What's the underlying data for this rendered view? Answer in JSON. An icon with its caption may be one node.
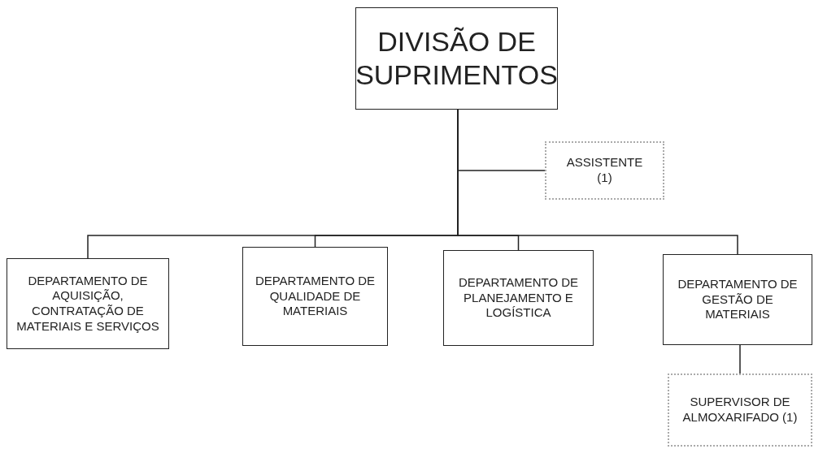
{
  "diagram": {
    "nodes": [
      {
        "text": [
          "DIVISÃO DE SUPRIMENTOS"
        ]
      },
      {
        "text": [
          "ASSISTENTE (1)"
        ]
      },
      {
        "text": [
          "DEPARTAMENTO DE AQUISIÇÃO, CONTRATAÇÃO DE MATERIAIS E SERVIÇOS"
        ]
      },
      {
        "text": [
          "DEPARTAMENTO DE QUALIDADE DE MATERIAIS"
        ]
      },
      {
        "text": [
          "DEPARTAMENTO DE PLANEJAMENTO E LOGÍSTICA"
        ]
      },
      {
        "text": [
          "DEPARTAMENTO DE GESTÃO DE MATERIAIS"
        ]
      },
      {
        "text": [
          "SUPERVISOR DE ALMOXARIFADO (1)"
        ]
      }
    ],
    "edges": [
      {
        "from": 0,
        "to": 1,
        "arrow": "none"
      },
      {
        "from": 0,
        "to": 2,
        "arrow": "none"
      },
      {
        "from": 0,
        "to": 3,
        "arrow": "none"
      },
      {
        "from": 0,
        "to": 4,
        "arrow": "none"
      },
      {
        "from": 0,
        "to": 5,
        "arrow": "none"
      },
      {
        "from": 5,
        "to": 6,
        "arrow": "none"
      }
    ]
  }
}
